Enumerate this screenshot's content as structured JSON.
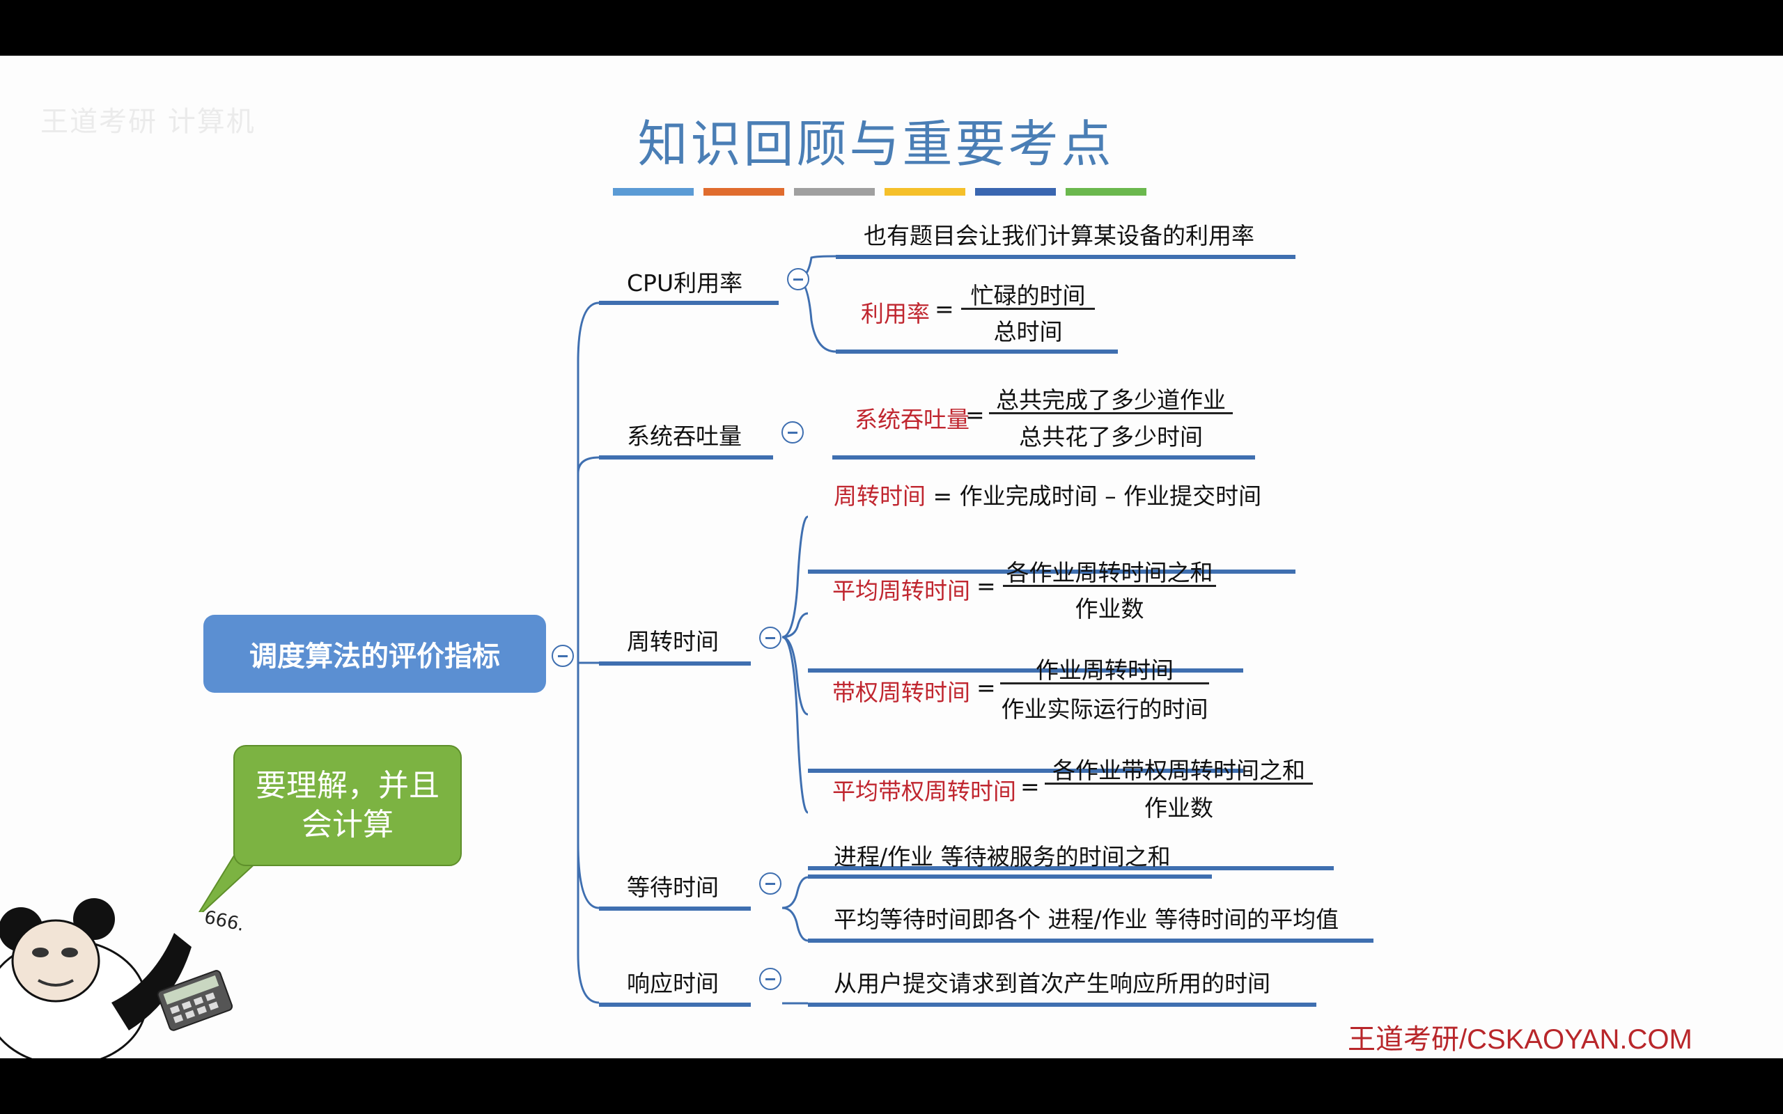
{
  "slide": {
    "title": "知识回顾与重要考点",
    "color_bars": [
      "#5b9bd5",
      "#e06c2e",
      "#a0a0a0",
      "#f5c02a",
      "#3a66b0",
      "#6bb84e"
    ],
    "watermark": "王道考研 计算机",
    "footer": "王道考研/CSKAOYAN.COM"
  },
  "mindmap": {
    "root": "调度算法的评价指标",
    "branches": {
      "cpu": {
        "label": "CPU利用率",
        "note": "也有题目会让我们计算某设备的利用率",
        "formula": {
          "name": "利用率",
          "op": "=",
          "num": "忙碌的时间",
          "den": "总时间"
        }
      },
      "throughput": {
        "label": "系统吞吐量",
        "formula": {
          "name": "系统吞吐量",
          "op": "=",
          "num": "总共完成了多少道作业",
          "den": "总共花了多少时间"
        }
      },
      "turnaround": {
        "label": "周转时间",
        "def_name": "周转时间",
        "def_expr": "= 作业完成时间 – 作业提交时间",
        "avg": {
          "name": "平均周转时间",
          "op": "=",
          "num": "各作业周转时间之和",
          "den": "作业数"
        },
        "weighted": {
          "name": "带权周转时间",
          "op": "=",
          "num": "作业周转时间",
          "den": "作业实际运行的时间"
        },
        "avg_weighted": {
          "name": "平均带权周转时间",
          "op": "=",
          "num": "各作业带权周转时间之和",
          "den": "作业数"
        }
      },
      "waiting": {
        "label": "等待时间",
        "items": [
          "进程/作业 等待被服务的时间之和",
          "平均等待时间即各个 进程/作业 等待时间的平均值"
        ]
      },
      "response": {
        "label": "响应时间",
        "items": [
          "从用户提交请求到首次产生响应所用的时间"
        ]
      }
    }
  },
  "sticker": {
    "bubble_text": "要理解，并且会计算",
    "calculator_text": "666."
  }
}
